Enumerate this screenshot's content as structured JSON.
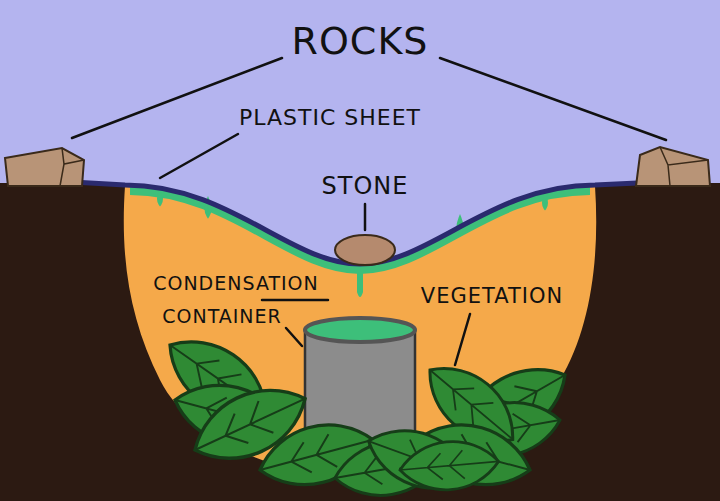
{
  "diagram": {
    "labels": [
      "ROCKS",
      "PLASTIC SHEET",
      "STONE",
      "CONDENSATION",
      "CONTAINER",
      "VEGETATION"
    ]
  }
}
